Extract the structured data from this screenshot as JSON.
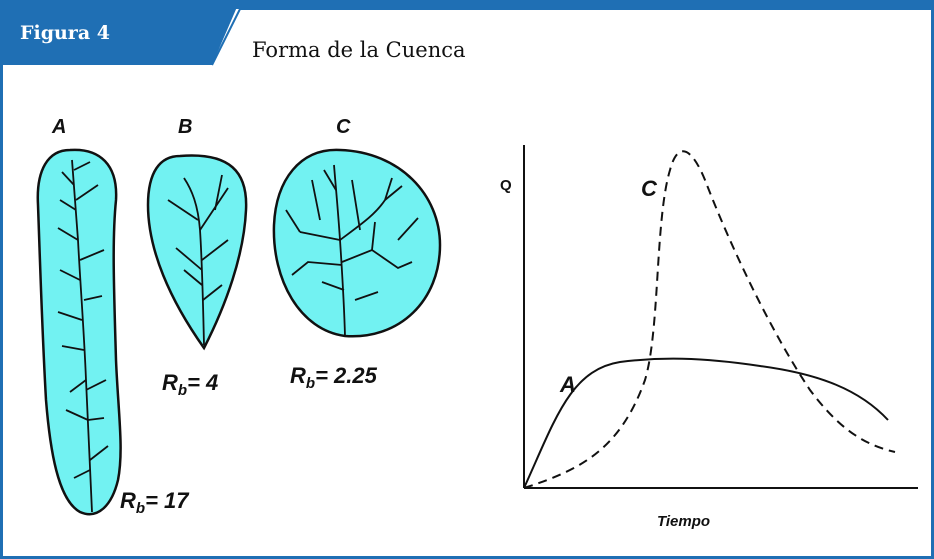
{
  "header": {
    "figure_label": "Figura 4",
    "title": "Forma de la Cuenca"
  },
  "basins": [
    {
      "letter": "A",
      "ratio_prefix": "R",
      "ratio_sub": "b",
      "ratio_value": "= 17"
    },
    {
      "letter": "B",
      "ratio_prefix": "R",
      "ratio_sub": "b",
      "ratio_value": "= 4"
    },
    {
      "letter": "C",
      "ratio_prefix": "R",
      "ratio_sub": "b",
      "ratio_value": "= 2.25"
    }
  ],
  "hydrograph": {
    "y_label": "Q",
    "x_label": "Tiempo",
    "curve_a_label": "A",
    "curve_c_label": "C"
  },
  "colors": {
    "brand_blue": "#1f6fb4",
    "basin_fill": "#72f2f2",
    "ink": "#111111"
  }
}
